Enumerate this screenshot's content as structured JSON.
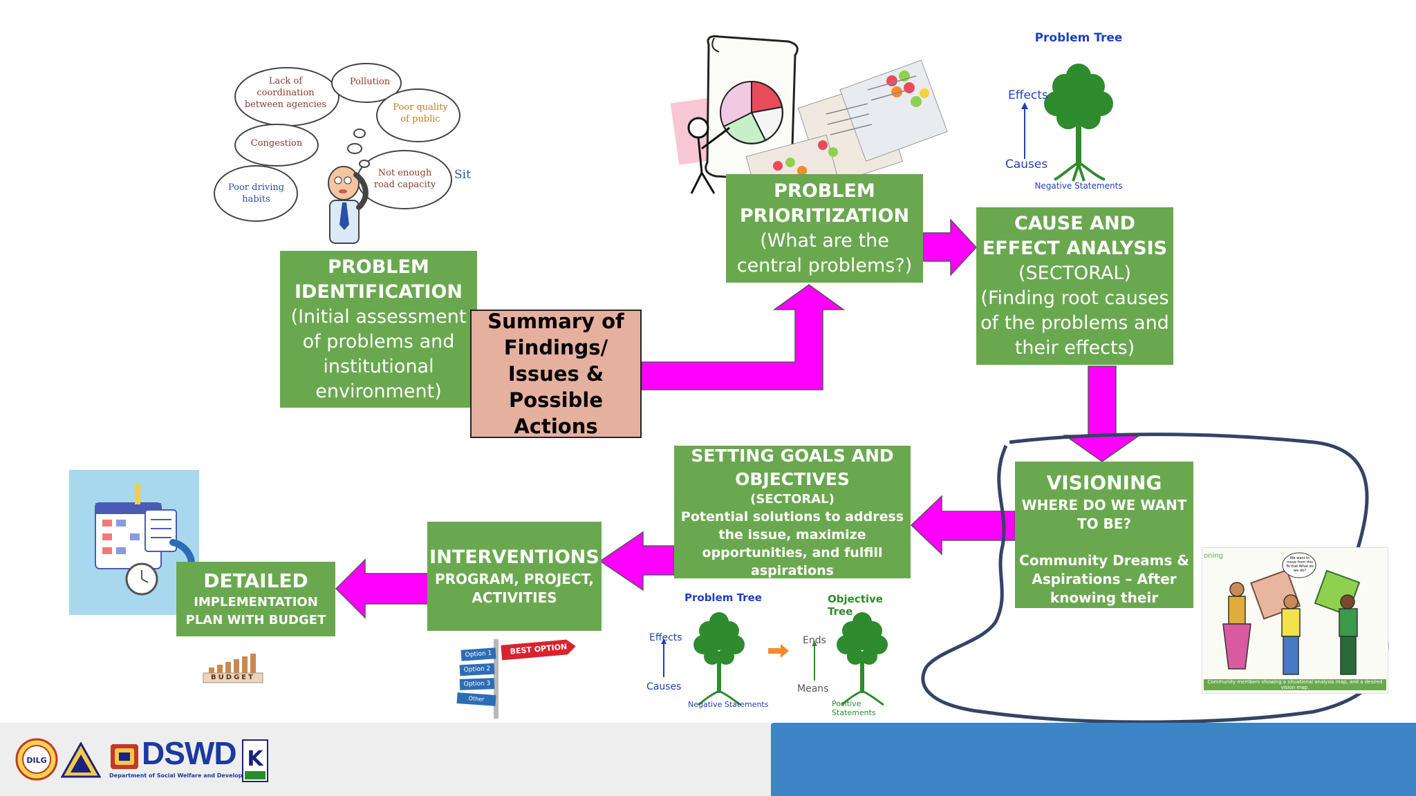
{
  "steps": {
    "identification": {
      "title": "PROBLEM IDENTIFICATION",
      "desc": "(Initial assessment of problems and institutional environment)"
    },
    "summary": {
      "text": "Summary of Findings/ Issues & Possible Actions"
    },
    "prioritization": {
      "title": "PROBLEM PRIORITIZATION",
      "desc": "(What are the central problems?)"
    },
    "cause_effect": {
      "title": "CAUSE AND EFFECT ANALYSIS",
      "sub": "(SECTORAL)",
      "desc": "(Finding root causes of the problems and their effects)"
    },
    "visioning": {
      "title": "VISIONING",
      "sub": "WHERE DO WE WANT TO BE?",
      "desc": "Community Dreams & Aspirations – After knowing their situation"
    },
    "goals": {
      "title": "SETTING GOALS AND OBJECTIVES",
      "sub": "(SECTORAL)",
      "desc": "Potential solutions to address the issue, maximize opportunities, and fulfill aspirations"
    },
    "interventions": {
      "title": "INTERVENTIONS",
      "sub": "PROGRAM, PROJECT, ACTIVITIES"
    },
    "detailed": {
      "title": "DETAILED",
      "sub": "IMPLEMENTATION PLAN WITH BUDGET"
    }
  },
  "thought_bubbles": [
    "Lack of coordination between agencies",
    "Pollution",
    "Poor quality of public",
    "Congestion",
    "Not enough road capacity",
    "Poor driving habits"
  ],
  "thought_cut_text": "Sit",
  "problem_tree_top": {
    "title": "Problem Tree",
    "effects": "Effects",
    "causes": "Causes",
    "caption": "Negative Statements"
  },
  "problem_tree_bottom": {
    "title": "Problem Tree",
    "effects": "Effects",
    "causes": "Causes",
    "caption": "Negative Statements"
  },
  "objective_tree": {
    "title": "Objective Tree",
    "ends": "Ends",
    "means": "Means",
    "caption": "Positive Statements"
  },
  "signpost": {
    "best": "BEST OPTION",
    "options": [
      "Option 1",
      "Option 2",
      "Option 3",
      "Other Options"
    ]
  },
  "budget_word": "BUDGET",
  "community_caption": "Community members showing a situational analysis map, and a desired vision map.",
  "community_speech": "We want to move from this To that What do we do?",
  "community_cut_label": "oning",
  "footer": {
    "dswd": "DSWD",
    "dswd_sub": "Department of Social Welfare and Development",
    "dilg": "DILG"
  },
  "colors": {
    "green": "#6aa84f",
    "magenta": "#ff00ff",
    "salmon": "#e6b09f",
    "footer_blue": "#3d85c6",
    "tree_green": "#2e8b2e",
    "tree_blue": "#1f3fbf"
  }
}
